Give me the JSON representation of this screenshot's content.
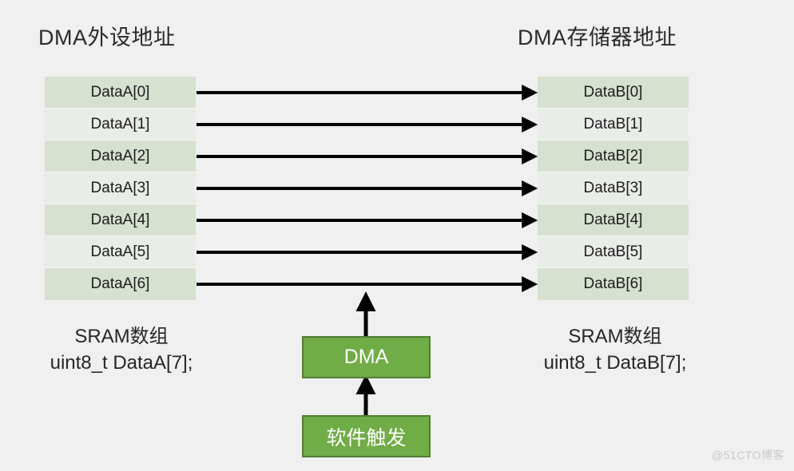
{
  "diagram": {
    "title_left": "DMA外设地址",
    "title_right": "DMA存储器地址",
    "background_color": "#eff0ef",
    "accent_green": "#70ad47",
    "accent_green_border": "#507e32",
    "row_color_even": "#d7e1d0",
    "row_color_odd": "#e9ede8",
    "arrow_color": "#000000"
  },
  "source_table": {
    "name": "DataA",
    "cells": [
      "DataA[0]",
      "DataA[1]",
      "DataA[2]",
      "DataA[3]",
      "DataA[4]",
      "DataA[5]",
      "DataA[6]"
    ]
  },
  "dest_table": {
    "name": "DataB",
    "cells": [
      "DataB[0]",
      "DataB[1]",
      "DataB[2]",
      "DataB[3]",
      "DataB[4]",
      "DataB[5]",
      "DataB[6]"
    ]
  },
  "caption_left": {
    "line1": "SRAM数组",
    "line2": "uint8_t DataA[7];"
  },
  "caption_right": {
    "line1": "SRAM数组",
    "line2": "uint8_t DataB[7];"
  },
  "boxes": {
    "dma_label": "DMA",
    "trigger_label": "软件触发"
  },
  "watermark": {
    "text": "@51CTO博客"
  }
}
